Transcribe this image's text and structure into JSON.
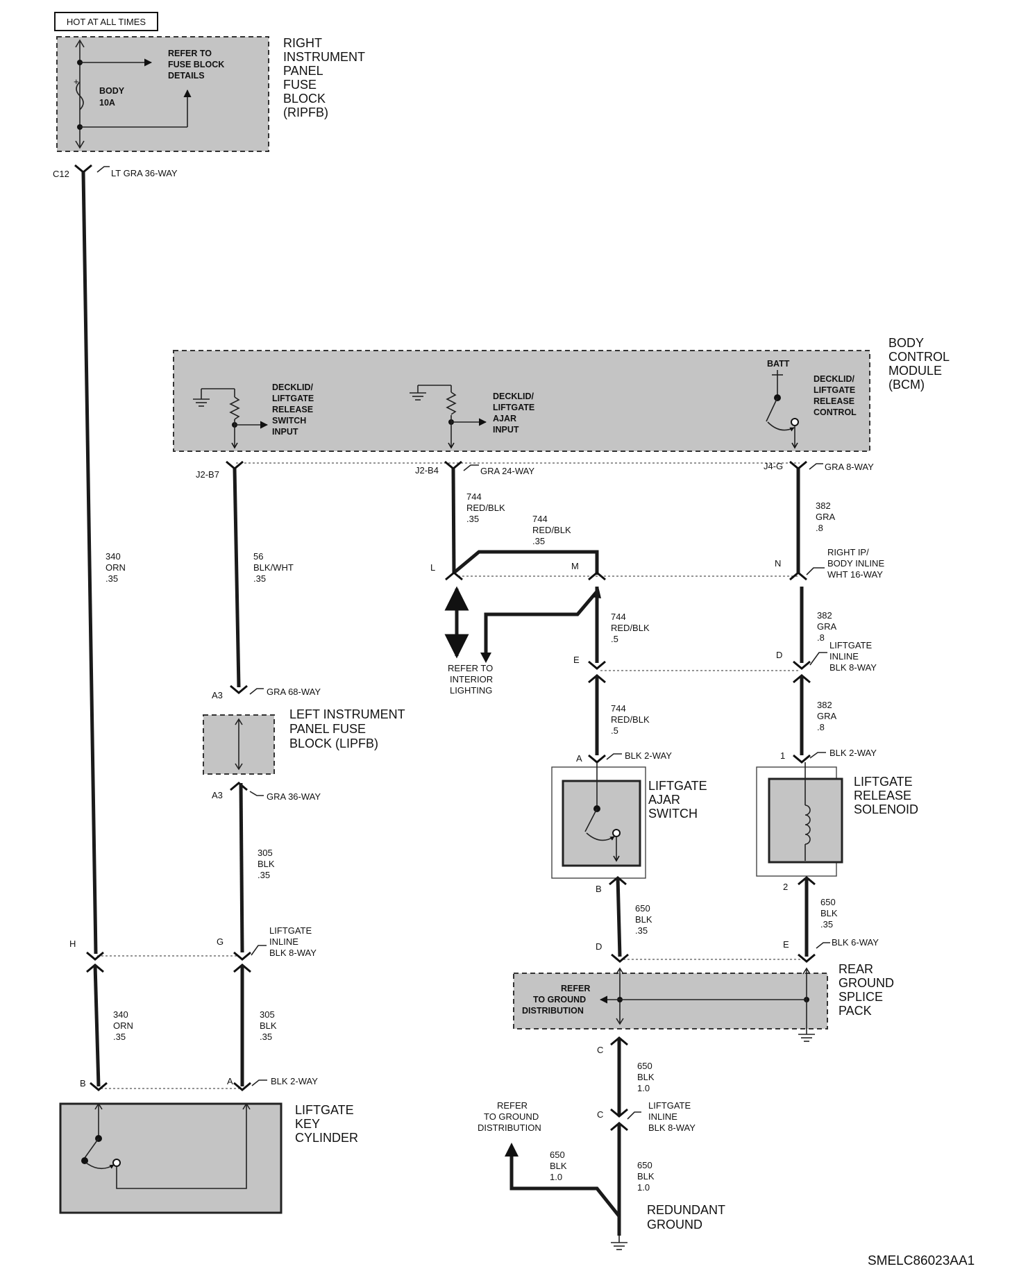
{
  "header": {
    "hot_label": "HOT AT ALL TIMES"
  },
  "ripfb": {
    "name": [
      "RIGHT",
      "INSTRUMENT",
      "PANEL",
      "FUSE",
      "BLOCK",
      "(RIPFB)"
    ],
    "refer": [
      "REFER TO",
      "FUSE BLOCK",
      "DETAILS"
    ],
    "fuse": [
      "BODY",
      "10A"
    ]
  },
  "connectors": {
    "c12": "C12",
    "c12_desc": "LT GRA 36-WAY",
    "j2b7": "J2-B7",
    "j2b4": "J2-B4",
    "j2_desc": "GRA 24-WAY",
    "j4g": "J4-G",
    "j4_desc": "GRA 8-WAY",
    "l": "L",
    "m": "M",
    "n": "N",
    "ip_inline": [
      "RIGHT IP/",
      "BODY INLINE",
      "WHT 16-WAY"
    ],
    "e": "E",
    "d": "D",
    "lg_inline1": [
      "LIFTGATE",
      "INLINE",
      "BLK 8-WAY"
    ],
    "a3_top": "A3",
    "a3_top_desc": "GRA 68-WAY",
    "a3_bot": "A3",
    "a3_bot_desc": "GRA 36-WAY",
    "h": "H",
    "g": "G",
    "lg_inline2": [
      "LIFTGATE",
      "INLINE",
      "BLK 8-WAY"
    ],
    "b_key": "B",
    "a_key": "A",
    "key_desc": "BLK 2-WAY",
    "a_sw": "A",
    "sw_desc": "BLK 2-WAY",
    "one_sol": "1",
    "sol_desc": "BLK 2-WAY",
    "b_sw": "B",
    "two_sol": "2",
    "d_g": "D",
    "e_g": "E",
    "gnd_desc": "BLK 6-WAY",
    "c_top": "C",
    "c_bot": "C",
    "lg_inline3": [
      "LIFTGATE",
      "INLINE",
      "BLK 8-WAY"
    ]
  },
  "wires": {
    "w340a": [
      "340",
      "ORN",
      ".35"
    ],
    "w56": [
      "56",
      "BLK/WHT",
      ".35"
    ],
    "w744a": [
      "744",
      "RED/BLK",
      ".35"
    ],
    "w744b": [
      "744",
      "RED/BLK",
      ".35"
    ],
    "w382a": [
      "382",
      "GRA",
      ".8"
    ],
    "w744c": [
      "744",
      "RED/BLK",
      ".5"
    ],
    "w382b": [
      "382",
      "GRA",
      ".8"
    ],
    "w744d": [
      "744",
      "RED/BLK",
      ".5"
    ],
    "w382c": [
      "382",
      "GRA",
      ".8"
    ],
    "w305a": [
      "305",
      "BLK",
      ".35"
    ],
    "w650a": [
      "650",
      "BLK",
      ".35"
    ],
    "w650b": [
      "650",
      "BLK",
      ".35"
    ],
    "w340b": [
      "340",
      "ORN",
      ".35"
    ],
    "w305b": [
      "305",
      "BLK",
      ".35"
    ],
    "w650c": [
      "650",
      "BLK",
      "1.0"
    ],
    "w650d": [
      "650",
      "BLK",
      "1.0"
    ],
    "w650e": [
      "650",
      "BLK",
      "1.0"
    ]
  },
  "bcm": {
    "name": [
      "BODY",
      "CONTROL",
      "MODULE",
      "(BCM)"
    ],
    "input1": [
      "DECKLID/",
      "LIFTGATE",
      "RELEASE",
      "SWITCH",
      "INPUT"
    ],
    "input2": [
      "DECKLID/",
      "LIFTGATE",
      "AJAR",
      "INPUT"
    ],
    "batt": "BATT",
    "control": [
      "DECKLID/",
      "LIFTGATE",
      "RELEASE",
      "CONTROL"
    ]
  },
  "interior_ref": [
    "REFER TO",
    "INTERIOR",
    "LIGHTING"
  ],
  "lipfb": {
    "name": [
      "LEFT INSTRUMENT",
      "PANEL FUSE",
      "BLOCK (LIPFB)"
    ]
  },
  "switch": {
    "name": [
      "LIFTGATE",
      "AJAR",
      "SWITCH"
    ]
  },
  "solenoid": {
    "name": [
      "LIFTGATE",
      "RELEASE",
      "SOLENOID"
    ]
  },
  "splice": {
    "name": [
      "REAR",
      "GROUND",
      "SPLICE",
      "PACK"
    ],
    "refer": [
      "REFER",
      "TO GROUND",
      "DISTRIBUTION"
    ]
  },
  "ground_ref": [
    "REFER",
    "TO GROUND",
    "DISTRIBUTION"
  ],
  "redundant": [
    "REDUNDANT",
    "GROUND"
  ],
  "key": {
    "name": [
      "LIFTGATE",
      "KEY",
      "CYLINDER"
    ]
  },
  "footer": {
    "code": "SMELC86023AA1"
  }
}
